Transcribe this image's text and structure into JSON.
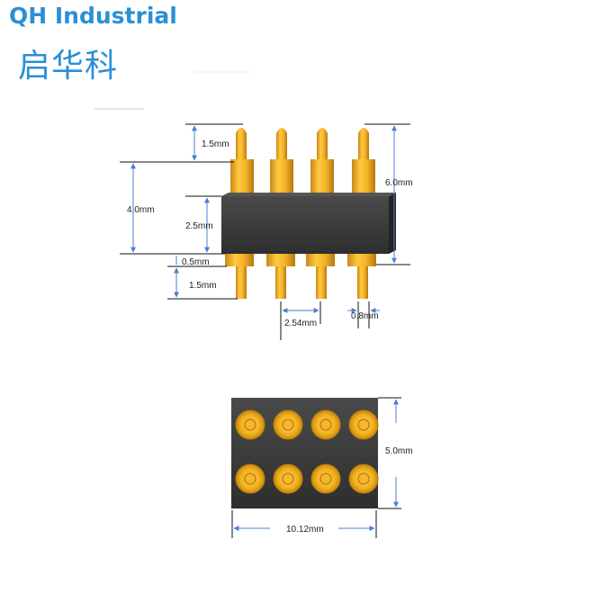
{
  "brand": {
    "name_en": "QH Industrial",
    "name_cn": "启华科"
  },
  "side_view": {
    "dimensions": {
      "tip_height": "1.5mm",
      "overall_height": "6.0mm",
      "upper_height": "4.0mm",
      "body_height": "2.5mm",
      "gap_height": "0.5mm",
      "tail_length": "1.5mm",
      "pitch": "2.54mm",
      "tail_diameter": "0.8mm"
    }
  },
  "top_view": {
    "pin_rows": 2,
    "pin_columns": 4,
    "dimensions": {
      "width": "10.12mm",
      "height": "5.0mm"
    }
  },
  "colors": {
    "brand": "#2b8fd6",
    "gold": "#f0ae1c",
    "body": "#3a3a3a",
    "dimension_line": "#4a7fd0"
  }
}
